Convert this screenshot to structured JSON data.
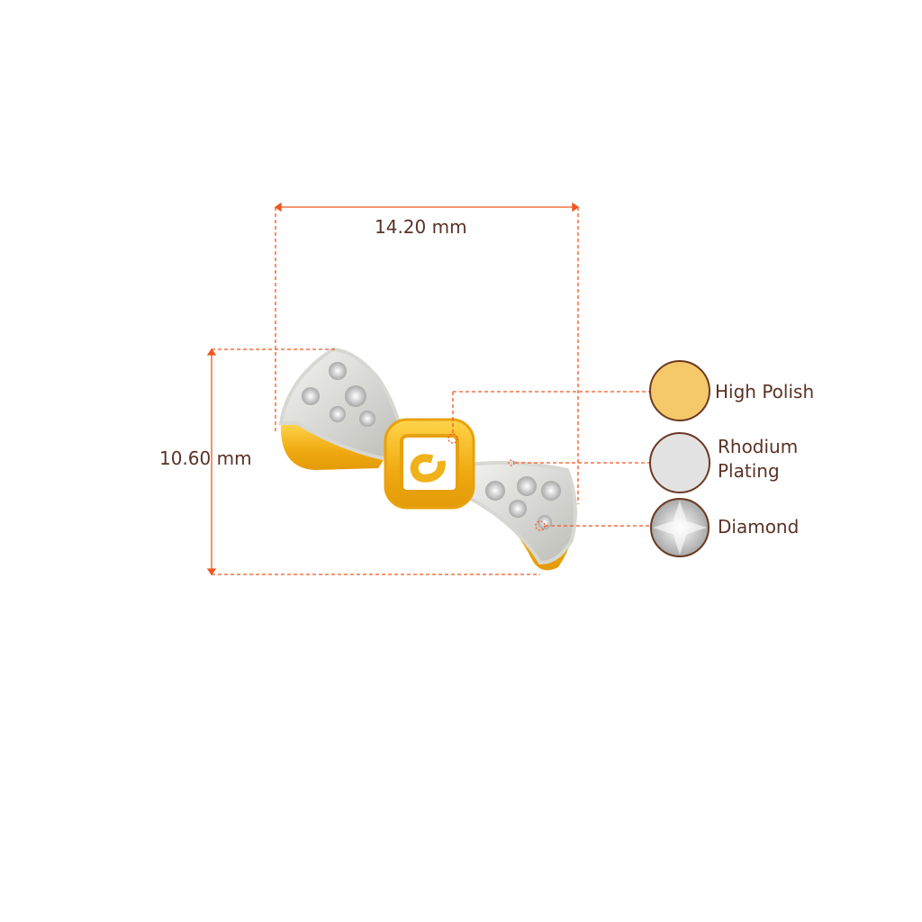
{
  "dimensions": {
    "width_label": "14.20 mm",
    "height_label": "10.60 mm"
  },
  "legend": [
    {
      "label": "High Polish",
      "icon": "gold-swatch-icon",
      "color": "#f5c96a"
    },
    {
      "label_line1": "Rhodium",
      "label_line2": "Plating",
      "icon": "rhodium-swatch-icon",
      "color": "#e2e2e2"
    },
    {
      "label": "Diamond",
      "icon": "diamond-swatch-icon",
      "color": "#d8d8d8"
    }
  ],
  "colors": {
    "guide": "#f0561e",
    "text": "#5a3226",
    "gold": "#f2b81e",
    "border": "#6b3a22"
  }
}
